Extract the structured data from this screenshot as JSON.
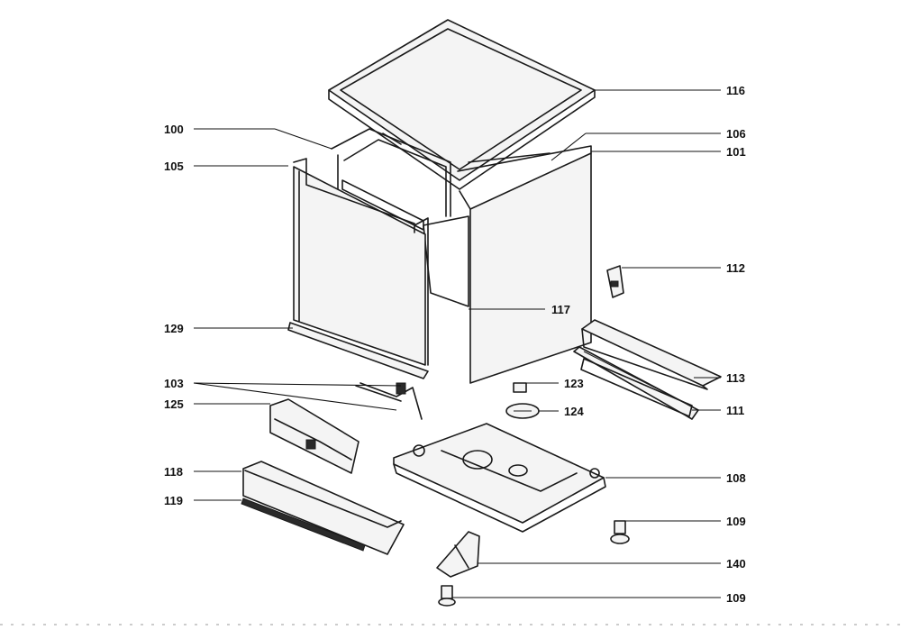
{
  "callouts": [
    {
      "id": "116",
      "text": "116"
    },
    {
      "id": "100",
      "text": "100"
    },
    {
      "id": "106",
      "text": "106"
    },
    {
      "id": "101",
      "text": "101"
    },
    {
      "id": "105",
      "text": "105"
    },
    {
      "id": "112",
      "text": "112"
    },
    {
      "id": "117",
      "text": "117"
    },
    {
      "id": "129",
      "text": "129"
    },
    {
      "id": "113",
      "text": "113"
    },
    {
      "id": "103",
      "text": "103"
    },
    {
      "id": "123",
      "text": "123"
    },
    {
      "id": "125",
      "text": "125"
    },
    {
      "id": "124",
      "text": "124"
    },
    {
      "id": "111",
      "text": "111"
    },
    {
      "id": "118",
      "text": "118"
    },
    {
      "id": "108",
      "text": "108"
    },
    {
      "id": "119",
      "text": "119"
    },
    {
      "id": "109a",
      "text": "109"
    },
    {
      "id": "140",
      "text": "140"
    },
    {
      "id": "109b",
      "text": "109"
    }
  ]
}
